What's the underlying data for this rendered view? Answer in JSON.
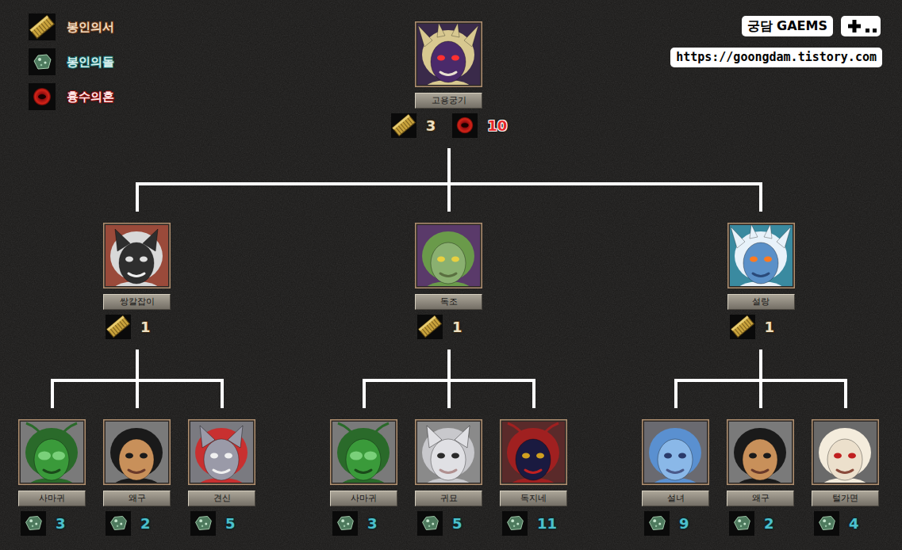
{
  "diagram": {
    "nodes": [
      {
        "text": [
          "고용궁기",
          "3",
          "10"
        ]
      },
      {
        "text": [
          "쌍칼잡이",
          "1"
        ]
      },
      {
        "text": [
          "독조",
          "1"
        ]
      },
      {
        "text": [
          "설랑",
          "1"
        ]
      },
      {
        "text": [
          "사마귀",
          "3"
        ]
      },
      {
        "text": [
          "왜구",
          "2"
        ]
      },
      {
        "text": [
          "견신",
          "5"
        ]
      },
      {
        "text": [
          "사마귀",
          "3"
        ]
      },
      {
        "text": [
          "귀묘",
          "5"
        ]
      },
      {
        "text": [
          "독지네",
          "11"
        ]
      },
      {
        "text": [
          "설녀",
          "9"
        ]
      },
      {
        "text": [
          "왜구",
          "2"
        ]
      },
      {
        "text": [
          "털가면",
          "4"
        ]
      }
    ],
    "edges": [
      {
        "from": 0,
        "to": 1,
        "arrow": "none"
      },
      {
        "from": 0,
        "to": 2,
        "arrow": "none"
      },
      {
        "from": 0,
        "to": 3,
        "arrow": "none"
      },
      {
        "from": 1,
        "to": 4,
        "arrow": "none"
      },
      {
        "from": 1,
        "to": 5,
        "arrow": "none"
      },
      {
        "from": 1,
        "to": 6,
        "arrow": "none"
      },
      {
        "from": 2,
        "to": 7,
        "arrow": "none"
      },
      {
        "from": 2,
        "to": 8,
        "arrow": "none"
      },
      {
        "from": 2,
        "to": 9,
        "arrow": "none"
      },
      {
        "from": 3,
        "to": 10,
        "arrow": "none"
      },
      {
        "from": 3,
        "to": 11,
        "arrow": "none"
      },
      {
        "from": 3,
        "to": 12,
        "arrow": "none"
      }
    ],
    "labels": [
      "궁담 GAEMS",
      "https://goongdam.tistory.com"
    ],
    "legend": [
      {
        "text": "봉인의서"
      },
      {
        "text": "봉인의돌"
      },
      {
        "text": "흉수의혼"
      }
    ]
  }
}
